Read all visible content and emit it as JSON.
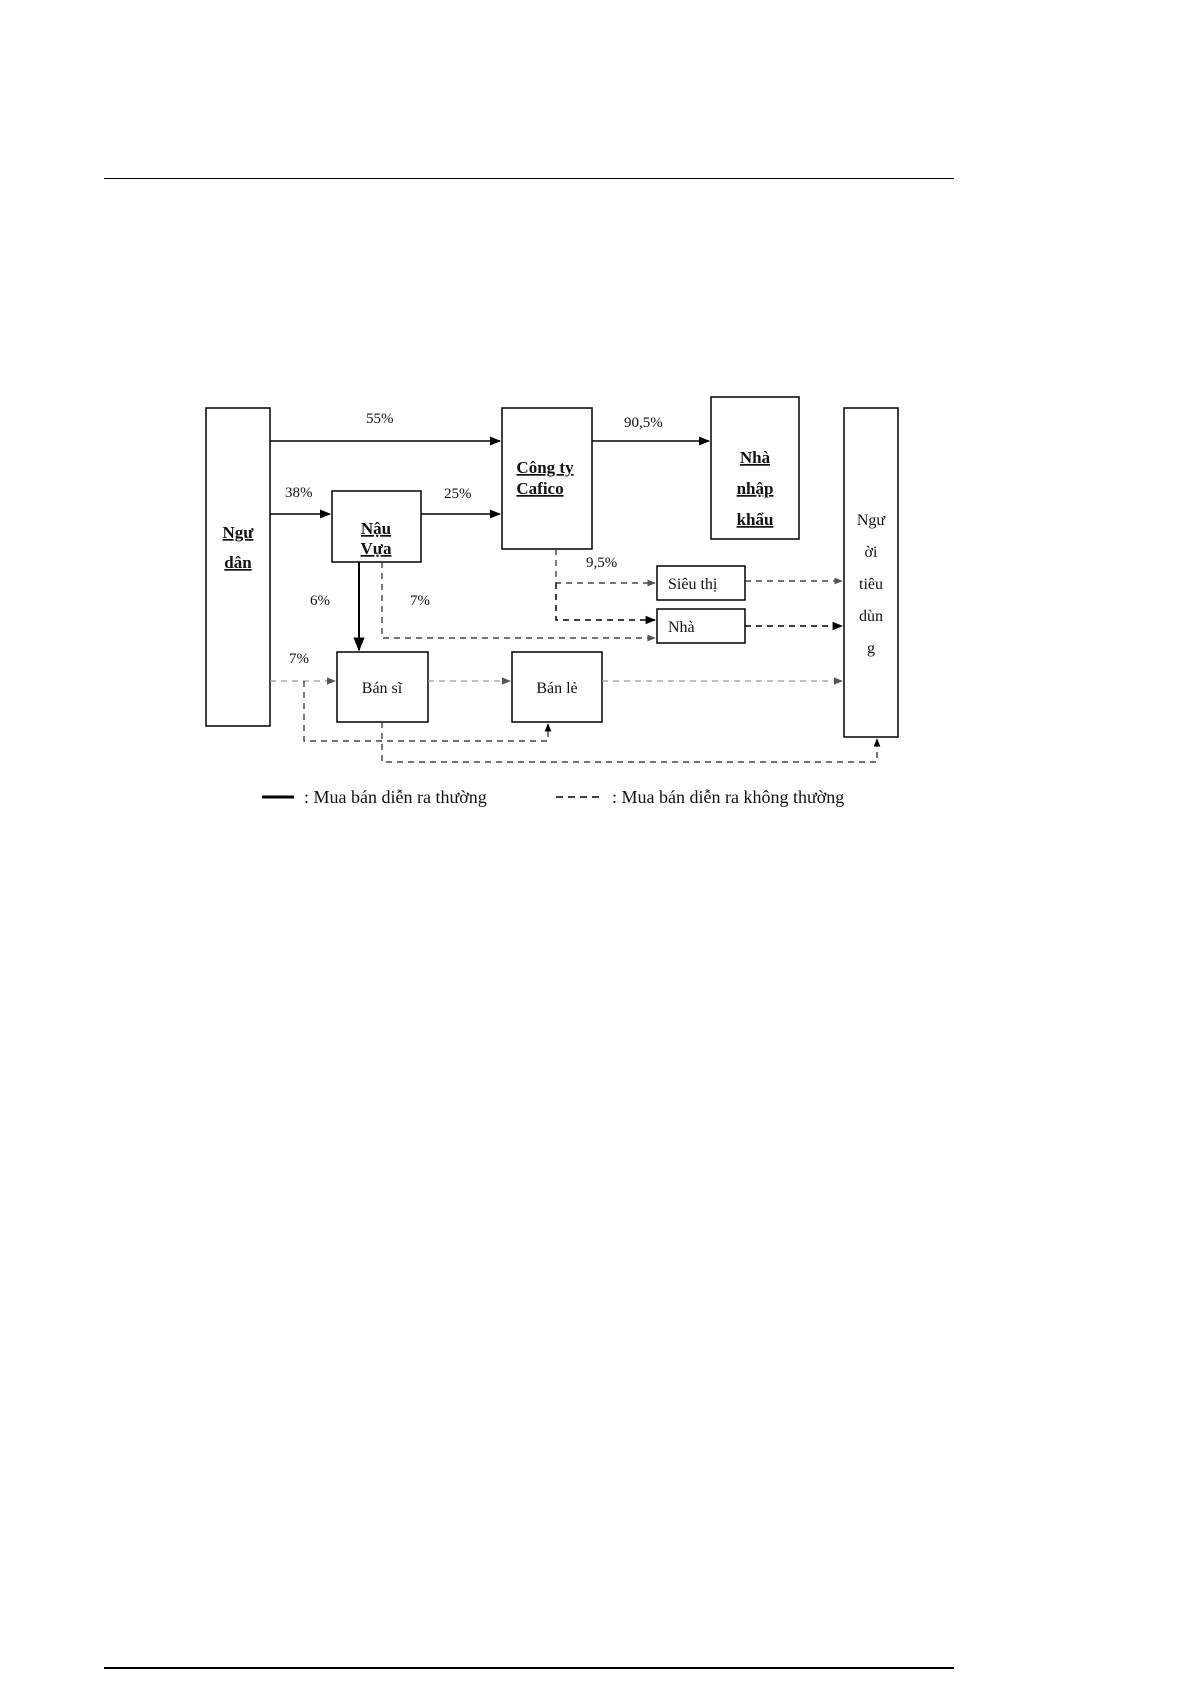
{
  "nodes": {
    "ngu_dan": [
      "Ngư",
      "dân"
    ],
    "nau_vua": [
      "Nậu",
      "Vựa"
    ],
    "cong_ty": [
      "Công ty",
      "Cafico"
    ],
    "nha_nhap_khau": [
      "Nhà",
      "nhập",
      "khẩu"
    ],
    "nguoi_tieu_dung": [
      "Ngư",
      "ời",
      "tiêu",
      "dùn",
      "g"
    ],
    "sieu_thi": "Siêu thị",
    "nha": "Nhà",
    "ban_si": "Bán sĩ",
    "ban_le": "Bán lẻ"
  },
  "percentages": {
    "ngu_dan_to_cong_ty": "55%",
    "cong_ty_to_nha_nhap_khau": "90,5%",
    "ngu_dan_to_nau_vua": "38%",
    "nau_vua_to_cong_ty": "25%",
    "cong_ty_to_sieu_thi": "9,5%",
    "nau_vua_to_ban_si": "6%",
    "nau_vua_to_nha": "7%",
    "ngu_dan_to_ban_si": "7%"
  },
  "legend": {
    "solid_label": ": Mua bán diễn ra thường",
    "dashed_label": ": Mua bán diễn ra không thường"
  },
  "colors": {
    "line": "#000000",
    "dashed_light": "#999999"
  }
}
